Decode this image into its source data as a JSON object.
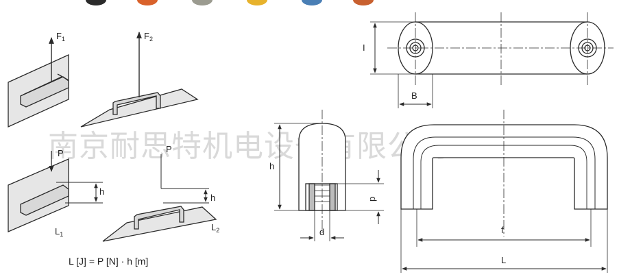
{
  "colors": {
    "line": "#2a2a2a",
    "handle_fill": "#d8d8d8",
    "plate_fill": "#e6e6e6",
    "watermark": "#d9d9d9",
    "swatches": [
      "#2b2b2b",
      "#d9622b",
      "#9b9b90",
      "#e7b22c",
      "#4a7fb5",
      "#c8602f"
    ]
  },
  "watermark": {
    "text": "南京耐思特机电设备有限公司"
  },
  "load_diagrams": {
    "f1": {
      "label": "F",
      "sub": "1"
    },
    "f2": {
      "label": "F",
      "sub": "2"
    },
    "p_left": {
      "label": "P"
    },
    "p_right": {
      "label": "P"
    },
    "h_left": {
      "label": "h"
    },
    "h_right": {
      "label": "h"
    },
    "l1": {
      "label": "L",
      "sub": "1"
    },
    "l2": {
      "label": "L",
      "sub": "2"
    },
    "formula": "L [J] = P [N] · h [m]"
  },
  "top_view": {
    "dim_i": "I",
    "dim_b": "B"
  },
  "section_view": {
    "dim_h": "h",
    "dim_p": "p",
    "dim_d": "d"
  },
  "front_view": {
    "dim_f": "f",
    "dim_l": "L"
  }
}
